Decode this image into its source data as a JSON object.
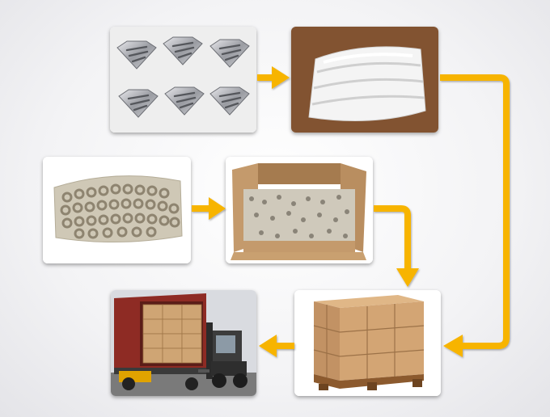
{
  "colors": {
    "arrow": "#f7b400",
    "background": "#f1f1f3",
    "cardboard": "#c9a070",
    "container_red": "#8e2b24"
  },
  "steps": [
    {
      "id": "diamond-parts",
      "icon": "diamond-parts-photo"
    },
    {
      "id": "foam-wrap",
      "icon": "white-wrap-photo"
    },
    {
      "id": "grommet-bag",
      "icon": "grommets-bag-photo"
    },
    {
      "id": "open-carton",
      "icon": "open-box-photo"
    },
    {
      "id": "palletized-cartons",
      "icon": "pallet-photo"
    },
    {
      "id": "container-loading",
      "icon": "forklift-truck-photo"
    }
  ],
  "flow": [
    [
      "diamond-parts",
      "foam-wrap"
    ],
    [
      "foam-wrap",
      "palletized-cartons"
    ],
    [
      "grommet-bag",
      "open-carton"
    ],
    [
      "open-carton",
      "palletized-cartons"
    ],
    [
      "palletized-cartons",
      "container-loading"
    ]
  ]
}
